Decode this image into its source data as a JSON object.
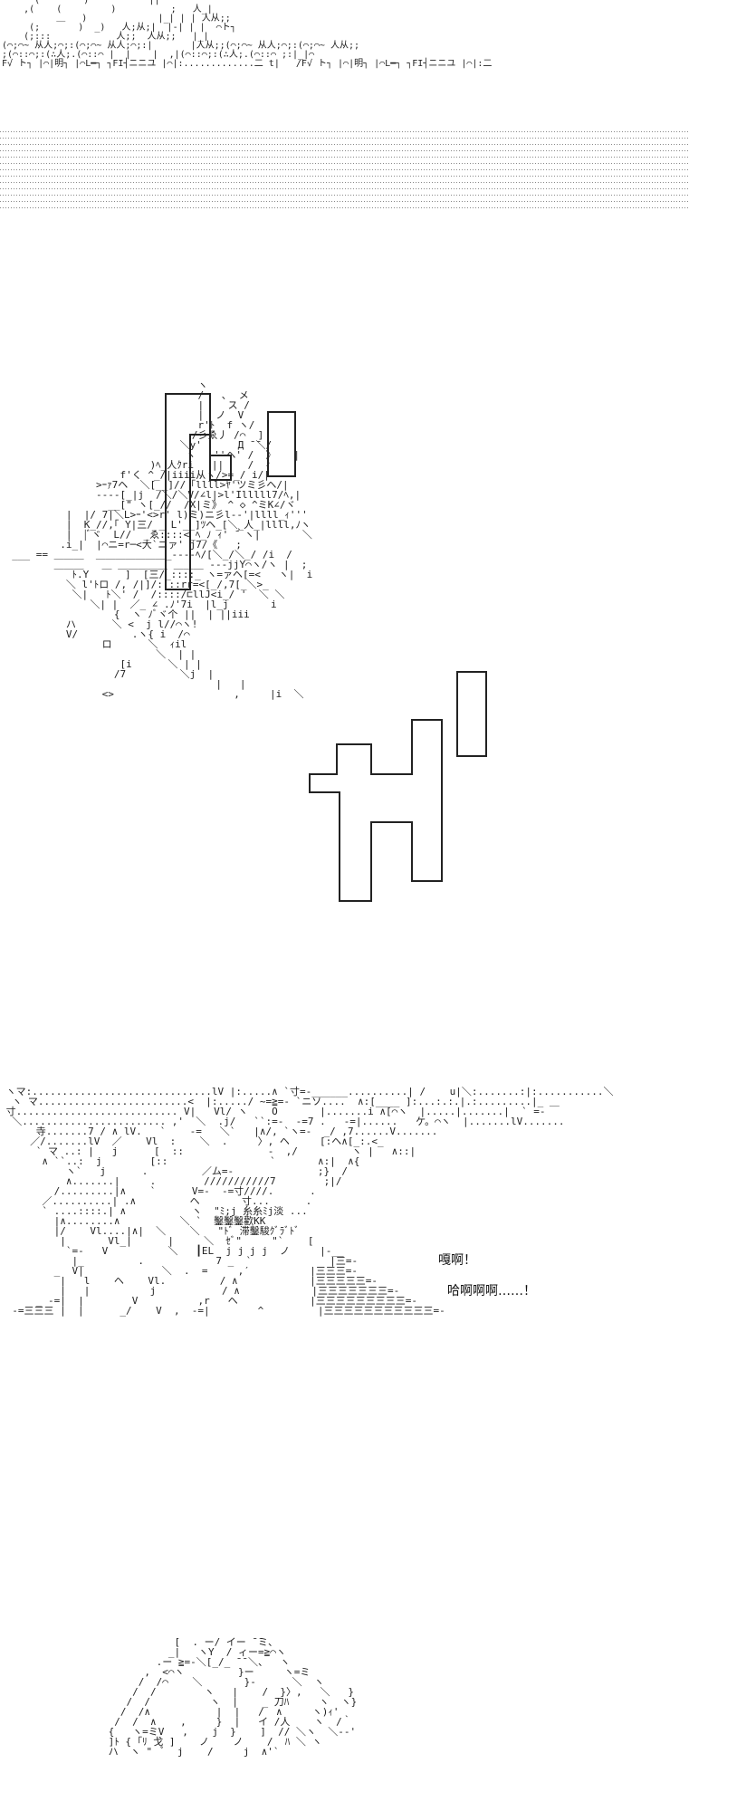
{
  "panel1": {
    "art": [
      "      (  ''    )           ||",
      "    ,(    (         )          ;   人_|",
      "          ＿   )             |_| | | 人从;;",
      "     (;       )  _)   人;从;|  |-| | |  ⌒ト┐",
      "    (;:::            人;;  人从;;   |_|",
      "(⌒;⌒~ 从人;⌒;:(⌒;⌒~ 从人;⌒;:|       |人从;;(⌒;⌒~ 从人;⌒;:(⌒;⌒~ 人从;;",
      ";(⌒::⌒;:(∴人;.(⌒::⌒ |  |    |  ,|(⌒::⌒;:(∴人;.(⌒::⌒ ;:|_|⌒",
      "F√ ト┐ |⌒|明┐ |⌒L━┐ ┐FI┤ニニユ |⌒|:.............二 t|   /F√ ト┐ |⌒|明┐ |⌒L━┐ ┐FI┤ニニユ |⌒|:二"
    ]
  },
  "panel2": {
    "art": [
      "                                 ヽ",
      "                                 /   ､  メ",
      "                                 |    ス /",
      "                                 |  ノ  V",
      "                                 r'ﾄ  f ヽ/",
      "                                /彡ゑ丿 /⌒  ]",
      "                              ＼y'      Д ̄ ̄＼/",
      "                               ヽ   ''ヘ' /  》   |",
      "                         )ﾍ_人ｸri   ||    /  ｨ",
      "                    f'く ^_/|iiii从ヽ/>=_/ i/|",
      "                >ｰｧ7ヘ  ＼[__]//「llll>ﾔ'ツミ彡ヘ/|",
      "                ----[_|j  /＼/＼V/∠l|>l'Illlll7/ﾍ,|",
      "                  __[\" ヽ[_//  /X|ミ》 ^ ◇ ^ミK∠/ヾ",
      "           |  |/ 7|＼L>ｰ'<>r' l)ミ)ニ彡l--'|llll_ｨ'''",
      "           |  K_//,｢ Y|三/ _ L'__]ﾂヘ_[＼_人_|llll,ﾉヽ",
      "           |  |ﾞヾ  L//  _ゑ::::<_ﾍ_ﾉ ｨ' ̄｀ヽ|       ＼",
      "          .i_|  |⌒ニ=r─<大`ニァ' j7/《   ;",
      "  ___ == ＿＿＿  ＿＿＿＿＿＿＿_----ﾍ/[＼_/＼_/ /i  /",
      "         ＿＿＿   ＿ ＿＿＿＿＿ ＿＿＿ ---jjY⌒ヽ/ヽ |  ;",
      "            ﾄ.Y      ]  [三/_::::_ ヽ=ァヘ[=<   ヽ|  i",
      "           ＼ l'ﾄロ /, /|]/::::rr=<[_/,7[_＼>_",
      "            ＼|   ﾄ＼' /  /::::/⊏llJ<i_/ '  ＼ ＼",
      "               ＼| |  ／_ ∠ .ﾉ'7i  |l_j       i",
      "                   {  ヽ ﾉﾞヾ个 ||  | ||iii",
      "           ハ      ＼ <  j l//⌒ヽ!",
      "           V/         .ヽ{ i  /⌒",
      "                 ロ      ＼  ｨil",
      "                          ＼  | |",
      "                    [i      ＼ | |",
      "                   /7         ＼j  |",
      "                                    |   |",
      "                 <>                    ,     |i  ＼"
    ],
    "badge_char_left": "ドン",
    "badge_char_right": "ガ"
  },
  "panel3": {
    "art": [
      " ヽマ:..............................lV |:.....∧ `寸=-______..........| /    u|＼:.......:|:...........＼",
      "  ヽ マ.........................<  |:...../ ~=≧=- `ニソ....  ∧:[____ ]:...:.:.|.:.........|_ ＿",
      " 寸........................... V|   Vl/ ヽ    O       |.......i ∧[⌒ヽ  |.....|.......|  ` =-",
      "  ＼........................ ,'  ＼  .j/   ``:=-  -=7 .   -=|......   ケ。⌒ヽ  |.......lV.......",
      "      寺.......7 / ∧ lV.   `    -=   ＼`   |∧/, `ヽ=-  _/ ,7......V.......",
      "     ／/.......lV  ／    Vl  :    ＼  .     〉, ヘ     [:ヘ∧[_:.<_",
      "      ` マ ..: |   j      [  ::              -  ,/         ヽ |   ∧::|",
      "       ∧ ``..:  j        [::                 `       ∧:|  ∧{",
      "           ヽ`   j      .         ／ム=-              ;}  /",
      "           ∧.......|     .        ///////////7        ;|/",
      "         /.........|∧    `      V=-  -=寸////.      .",
      "       ／..........| .∧         ヘ       寸...      .",
      "       ` ....::::.| ∧           ヽ  \"ﾐ;j 糸糸ﾐj淡 ...",
      "         |∧........∧          ＼ `  鑿鑿鑿歡KK",
      "         |/    Vl....|∧|  ＼    ＼   \"ﾄﾞ 滞鑿駿ｸﾞﾗﾞﾄﾞ",
      "          |       Vl_|      |     ＼  ｾﾞ\"     \"`    [",
      "           `=-   V          ＼   ┃EL  j j j j  ノ     |-__",
      "            |_         .            7 _  `             |三=-",
      "         _  V|             ＼  .  =     ,′          |三三三=-",
      "          |   l    ヘ    Vl.         / ∧            |三三三三三=-",
      "          |   |          j           / ∧            |三三三三三三三=-",
      "      _ -=|  |        V          ,r   ヘ            |三三三三三三三三三=-",
      "  -=三三三 |  |      _/    V  ,  -=|        ^         |三三三三三三三三三三三=-"
    ],
    "speech_line1": "嘎啊！",
    "speech_line2": "哈啊啊啊……！"
  },
  "panel4": {
    "art": [
      "                    [  . ー/ イー ̄ ̄ミ、",
      "                   _|   ヽY  / ィー=≧⌒ヽ",
      "                 .ー ≧=-＼[_/_ ̄ ̄ ＼、  ヽ",
      "               ,  <⌒ヽ         }ー     ヽ=ミ",
      "              /  /⌒    ＼       }-      ＼  ヽ",
      "             /  /        ヽ   |    /  }〉,   ＼   }",
      "            /  /          ヽ  |    _ 刀ﾊ     ヽ  ヽ}",
      "           /  /∧           |  |   /  ∧     ヽ)ｨ'",
      "          /  /  ∧    ,     }  |   イ /人    ヽ  /｀",
      "         {   ヽ=ミV   ,    j  }    ]  // ＼ヽ  ＼--'",
      "         ]ﾄ { ｢ﾘ 戈 ]    ノ    ノ    /  ﾊ ＼ ヽ",
      "         ハ  ヽ \"  ﾞ  j    /     j  ∧'`"
    ]
  }
}
